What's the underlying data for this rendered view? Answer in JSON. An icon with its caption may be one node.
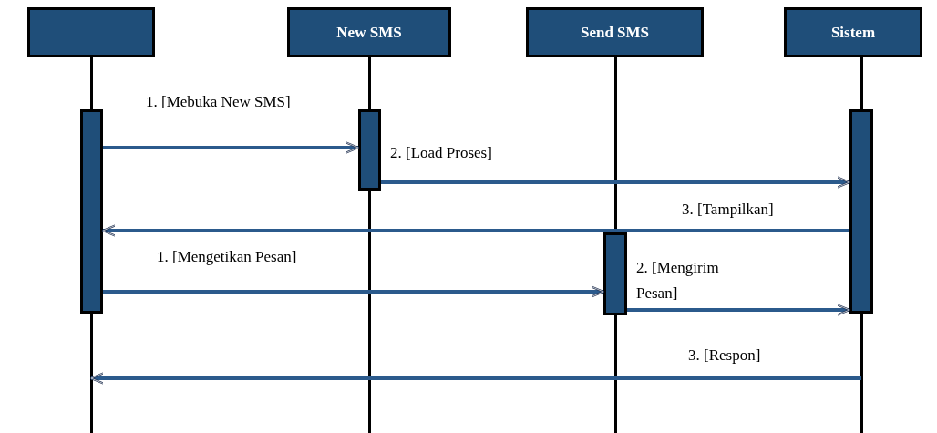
{
  "diagram": {
    "nodes": [
      {
        "text": [],
        "shape": "box"
      },
      {
        "text": [
          "New SMS"
        ]
      },
      {
        "text": [
          "Send SMS"
        ]
      },
      {
        "text": [
          "Sistem"
        ]
      },
      {
        "text": [],
        "shape": "bar",
        "in": 0
      },
      {
        "text": [],
        "shape": "bar",
        "in": 1
      },
      {
        "text": [],
        "shape": "bar",
        "in": 3
      },
      {
        "text": [],
        "shape": "bar",
        "in": 2
      }
    ],
    "edges": [
      {
        "from": 4,
        "to": 5,
        "arrow": "to",
        "label": "1. [Mebuka New SMS]"
      },
      {
        "from": 5,
        "to": 6,
        "arrow": "to",
        "label": "2. [Load Proses]"
      },
      {
        "from": 6,
        "to": 4,
        "arrow": "to",
        "label": "3. [Tampilkan]"
      },
      {
        "from": 4,
        "to": 7,
        "arrow": "to",
        "label": "1. [Mengetikan Pesan]"
      },
      {
        "from": 7,
        "to": 6,
        "arrow": "to",
        "label": "2. [Mengirim Pesan]"
      },
      {
        "from": 3,
        "to": 0,
        "arrow": "to",
        "label": "3. [Respon]"
      }
    ]
  }
}
